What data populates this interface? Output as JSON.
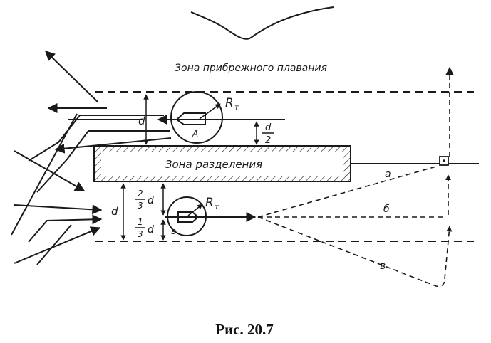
{
  "labels": {
    "coastal_zone": "Зона прибрежного плавания",
    "separation_zone": "Зона разделения",
    "d_upper": "d",
    "d_half_num": "d",
    "d_half_den": "2",
    "radius_upper": "R",
    "radius_sub": "т",
    "ship_a": "А",
    "d_lower": "d",
    "two_thirds_num": "2",
    "two_thirds_den": "3",
    "two_thirds_var": "d",
    "one_third_num": "1",
    "one_third_den": "3",
    "one_third_var": "d",
    "radius_lower": "R",
    "radius_lower_sub": "т",
    "ship_v": "в",
    "track_a": "а",
    "track_b": "б",
    "track_v": "в"
  },
  "caption": "Рис. 20.7"
}
